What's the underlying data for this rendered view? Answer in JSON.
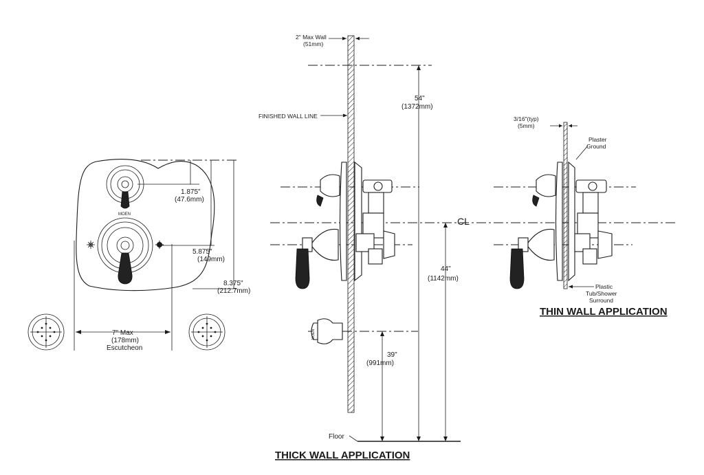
{
  "labels": {
    "max_wall": "2\" Max Wall",
    "max_wall_mm": "(51mm)",
    "finished_wall_line": "FINISHED WALL LINE",
    "dim_54": "54\"",
    "dim_54_mm": "(1372mm)",
    "dim_44": "44\"",
    "dim_44_mm": "(1142mm)",
    "dim_39": "39\"",
    "dim_39_mm": "(991mm)",
    "centerline": "CL",
    "floor": "Floor",
    "thick_wall_title": "THICK WALL APPLICATION",
    "thin_wall_title": "THIN WALL APPLICATION",
    "typ_thickness": "3/16\"(typ)",
    "typ_thickness_mm": "(5mm)",
    "plaster_ground_1": "Plaster",
    "plaster_ground_2": "Ground",
    "plastic_1": "Plastic",
    "plastic_2": "Tub/Shower",
    "plastic_3": "Surround",
    "dim_1875": "1.875\"",
    "dim_1875_mm": "(47.6mm)",
    "dim_5875": "5.875\"",
    "dim_5875_mm": "(149mm)",
    "dim_8375": "8.375\"",
    "dim_8375_mm": "(212.7mm)",
    "escutcheon_1": "7\" Max",
    "escutcheon_2": "(178mm)",
    "escutcheon_3": "Escutcheon",
    "brand_mark": "MOEN"
  }
}
